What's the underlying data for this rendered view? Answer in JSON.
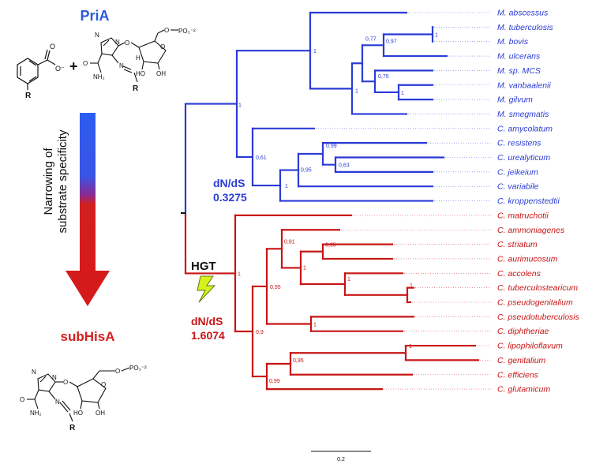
{
  "title_top": "PriA",
  "title_bottom": "subHisA",
  "arrow_label_line1": "Narrowing of",
  "arrow_label_line2": "substrate specificity",
  "hgt_label": "HGT",
  "blue_dnds_label": "dN/dS",
  "blue_dnds_value": "0.3275",
  "red_dnds_label": "dN/dS",
  "red_dnds_value": "1.6074",
  "scale_label": "0.2",
  "colors": {
    "blue": "#2a3bd6",
    "red": "#c81414",
    "title_blue": "#2a5bd8",
    "title_red": "#d42020"
  },
  "chem_labels": {
    "r": "R",
    "carboxylate_o": "O",
    "carboxylate_ominus": "O⁻",
    "plus": "+",
    "phosphate": "PO₃⁻²",
    "amide_nh2": "NH₂",
    "amide_o": "O",
    "n": "N",
    "h": "H",
    "ho": "HO",
    "oh": "OH",
    "o": "O"
  },
  "taxa": [
    {
      "name": "M. abscessus",
      "clade": "blue"
    },
    {
      "name": "M. tuberculosis",
      "clade": "blue"
    },
    {
      "name": "M. bovis",
      "clade": "blue"
    },
    {
      "name": "M. ulcerans",
      "clade": "blue"
    },
    {
      "name": "M. sp. MCS",
      "clade": "blue"
    },
    {
      "name": "M. vanbaalenii",
      "clade": "blue"
    },
    {
      "name": "M. gilvum",
      "clade": "blue"
    },
    {
      "name": "M. smegmatis",
      "clade": "blue"
    },
    {
      "name": "C. amycolatum",
      "clade": "blue"
    },
    {
      "name": "C. resistens",
      "clade": "blue"
    },
    {
      "name": "C. urealyticum",
      "clade": "blue"
    },
    {
      "name": "C. jeikeium",
      "clade": "blue"
    },
    {
      "name": "C. variabile",
      "clade": "blue"
    },
    {
      "name": "C. kroppenstedtii",
      "clade": "blue"
    },
    {
      "name": "C. matruchotii",
      "clade": "red"
    },
    {
      "name": "C. ammoniagenes",
      "clade": "red"
    },
    {
      "name": "C. striatum",
      "clade": "red"
    },
    {
      "name": "C. aurimucosum",
      "clade": "red"
    },
    {
      "name": "C. accolens",
      "clade": "red"
    },
    {
      "name": "C. tuberculostearicum",
      "clade": "red"
    },
    {
      "name": "C. pseudogenitalium",
      "clade": "red"
    },
    {
      "name": "C. pseudotuberculosis",
      "clade": "red"
    },
    {
      "name": "C. diphtheriae",
      "clade": "red"
    },
    {
      "name": "C. lipophiloflavum",
      "clade": "red"
    },
    {
      "name": "C. genitalium",
      "clade": "red"
    },
    {
      "name": "C. efficiens",
      "clade": "red"
    },
    {
      "name": "C. glutamicum",
      "clade": "red"
    }
  ],
  "support_values": [
    {
      "value": "1",
      "clade": "blue"
    },
    {
      "value": "0,97",
      "clade": "blue"
    },
    {
      "value": "1",
      "clade": "blue"
    },
    {
      "value": "0,77",
      "clade": "blue"
    },
    {
      "value": "0,75",
      "clade": "blue"
    },
    {
      "value": "1",
      "clade": "blue"
    },
    {
      "value": "1",
      "clade": "blue"
    },
    {
      "value": "1",
      "clade": "blue"
    },
    {
      "value": "0,61",
      "clade": "blue"
    },
    {
      "value": "0,99",
      "clade": "blue"
    },
    {
      "value": "0,63",
      "clade": "blue"
    },
    {
      "value": "0,95",
      "clade": "blue"
    },
    {
      "value": "1",
      "clade": "blue"
    },
    {
      "value": "1",
      "clade": "red"
    },
    {
      "value": "0,91",
      "clade": "red"
    },
    {
      "value": "0,95",
      "clade": "red"
    },
    {
      "value": "1",
      "clade": "red"
    },
    {
      "value": "1",
      "clade": "red"
    },
    {
      "value": "1",
      "clade": "red"
    },
    {
      "value": "0,95",
      "clade": "red"
    },
    {
      "value": "1",
      "clade": "red"
    },
    {
      "value": "0,9",
      "clade": "red"
    },
    {
      "value": "1",
      "clade": "red"
    },
    {
      "value": "0,95",
      "clade": "red"
    },
    {
      "value": "0,99",
      "clade": "red"
    }
  ]
}
